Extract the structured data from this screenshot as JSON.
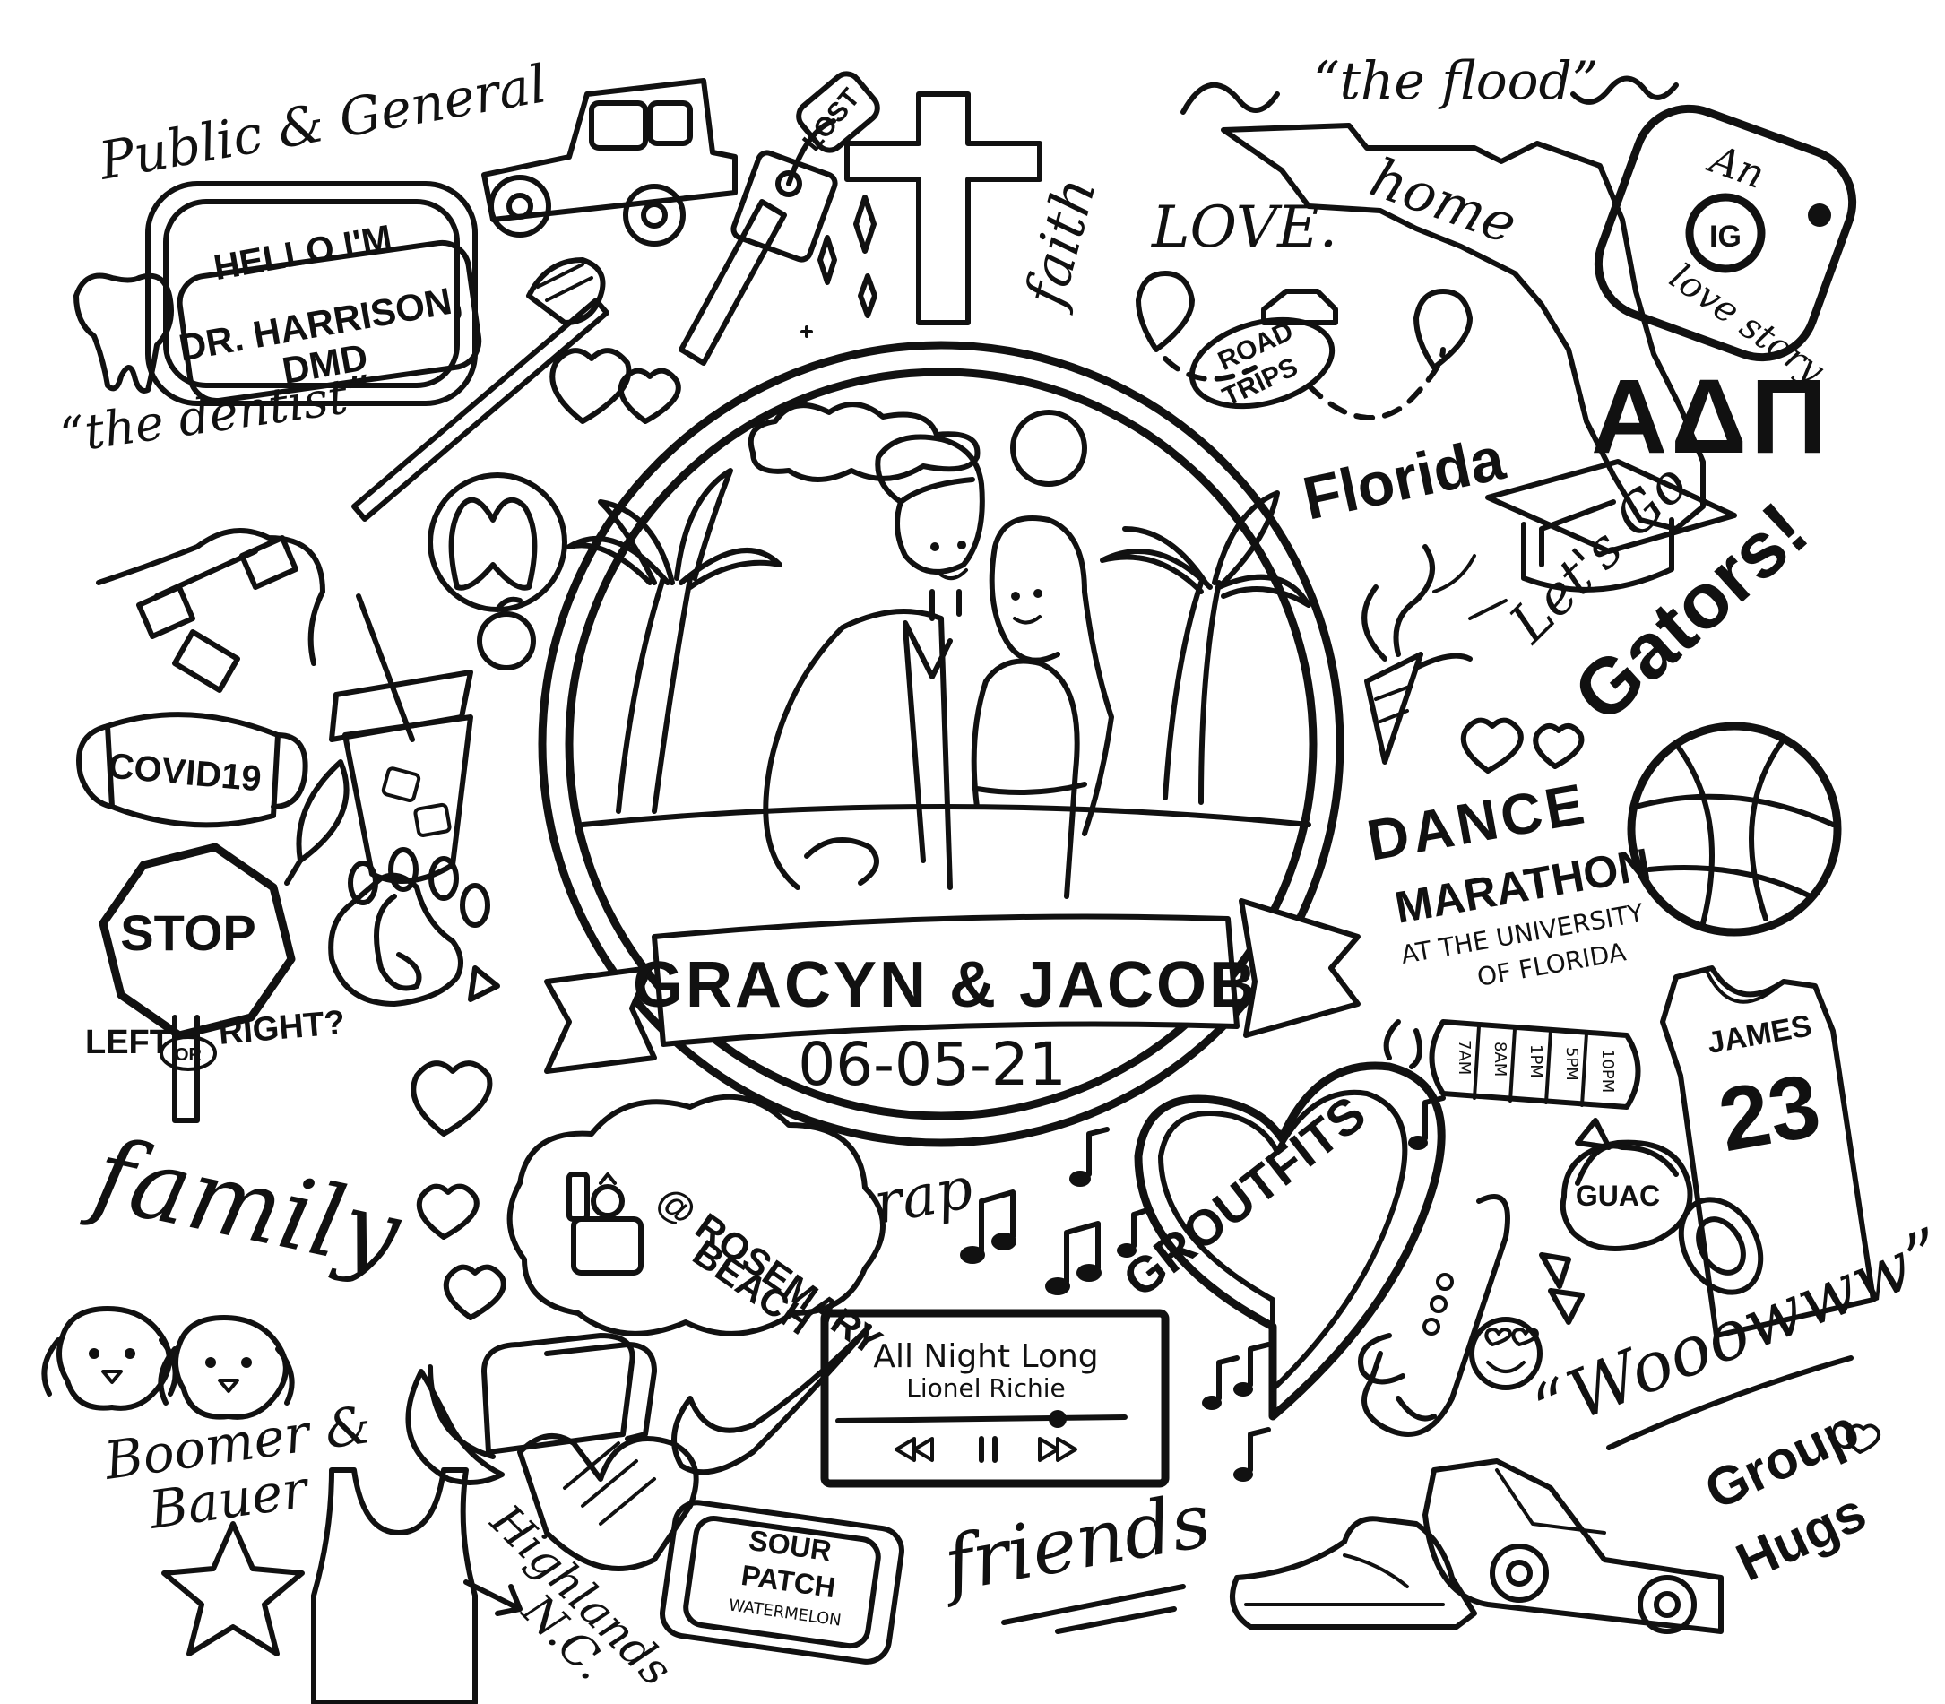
{
  "colors": {
    "ink": "#111111",
    "paper": "#ffffff"
  },
  "center": {
    "names": "GRACYN & JACOB",
    "date": "06-05-21"
  },
  "doodles": {
    "public_general": "Public & General",
    "badge_hello": "HELLO I'M",
    "badge_name": "DR. HARRISON,",
    "badge_title": "DMD",
    "the_dentist": "“the dentist”",
    "lost_tag": "LOST",
    "faith": "faith",
    "the_flood": "“the flood”",
    "home": "home",
    "love": "LOVE.",
    "road_trips_1": "ROAD",
    "road_trips_2": "TRIPS",
    "florida": "Florida",
    "ig_an": "An",
    "ig_logo": "IG",
    "ig_love_story": "love story",
    "sorority": "ΑΔΠ",
    "lets_go": "Let's Go",
    "gators": "Gators!",
    "covid": "COVID19",
    "stop": "STOP",
    "left": "LEFT",
    "or": "OR",
    "right": "RIGHT?",
    "dance_1": "DANCE",
    "dance_2": "MARATHON",
    "dance_3": "AT THE UNIVERSITY",
    "dance_4": "OF FLORIDA",
    "pill_times": [
      "7AM",
      "8AM",
      "1PM",
      "5PM",
      "10PM"
    ],
    "jersey_name": "JAMES",
    "jersey_number": "23",
    "family": "family",
    "rosemary_1": "@ ROSEMARY",
    "rosemary_2": "BEACH",
    "rap": "rap",
    "groutfits": "GROUTFITS",
    "guac": "GUAC",
    "wooow": "“Wooowww”",
    "song_title": "All Night Long",
    "song_artist": "Lionel Richie",
    "dogs_1": "Boomer &",
    "dogs_2": "Bauer",
    "highlands_1": "Highlands",
    "highlands_2": "N.C.",
    "sour_1": "SOUR",
    "sour_2": "PATCH",
    "sour_3": "WATERMELON",
    "friends": "friends",
    "group_1": "Group",
    "group_2": "Hugs"
  },
  "icons": [
    "tooth-icon",
    "jeep-icon",
    "key-icon",
    "cross-icon",
    "florida-map-icon",
    "instagram-icon",
    "toothbrush-icon",
    "lululemon-icon",
    "graduation-cap-icon",
    "dumbbells-icon",
    "iced-coffee-icon",
    "orange-icon",
    "mask-icon",
    "leaf-icon",
    "stop-sign-icon",
    "paw-print-icon",
    "party-popper-icon",
    "basketball-icon",
    "pill-organizer-icon",
    "jersey-icon",
    "ring-box-icon",
    "music-notes-icon",
    "saxophone-icon",
    "guacamole-icon",
    "heart-eyes-emoji-icon",
    "nike-swoosh-icon",
    "music-player-icon",
    "bread-icon",
    "bananas-icon",
    "oven-mitt-icon",
    "tank-top-icon",
    "star-icon",
    "sneaker-icon",
    "pickup-truck-icon",
    "dog-icon"
  ]
}
